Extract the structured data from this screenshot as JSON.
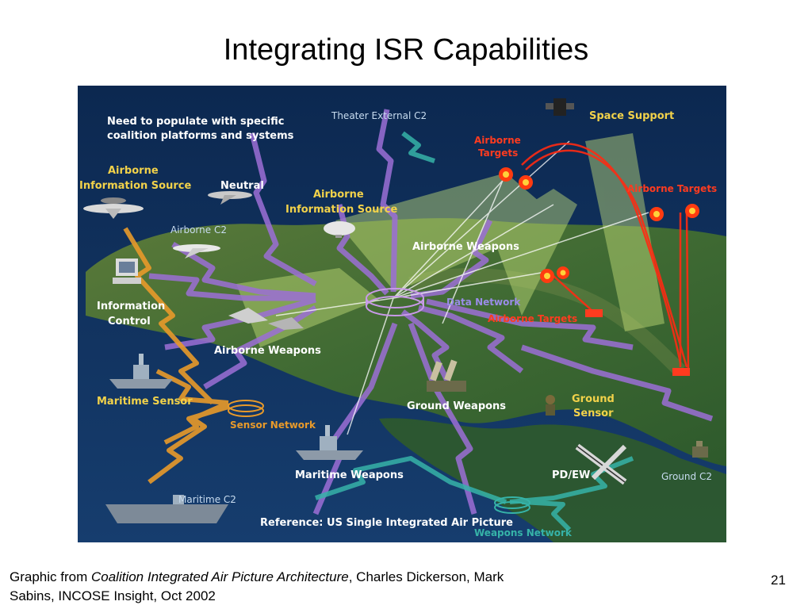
{
  "slide": {
    "title": "Integrating ISR Capabilities",
    "page_number": "21"
  },
  "caption": {
    "prefix": "Graphic from ",
    "source_title": "Coalition Integrated Air Picture Architecture",
    "suffix": ", Charles Dickerson, Mark Sabins, INCOSE Insight, Oct 2002"
  },
  "diagram": {
    "note_line1": "Need to populate with specific",
    "note_line2": "coalition platforms and systems",
    "reference": "Reference: US Single Integrated Air Picture",
    "nodes": {
      "theater_external_c2": "Theater External C2",
      "space_support": "Space Support",
      "airborne_targets_top_l1": "Airborne",
      "airborne_targets_top_l2": "Targets",
      "airborne_targets_right": "Airborne Targets",
      "airborne_info_source_left_l1": "Airborne",
      "airborne_info_source_left_l2": "Information Source",
      "neutral": "Neutral",
      "airborne_info_source_center_l1": "Airborne",
      "airborne_info_source_center_l2": "Information Source",
      "airborne_c2": "Airborne C2",
      "airborne_weapons_top": "Airborne Weapons",
      "information_control_l1": "Information",
      "information_control_l2": "Control",
      "data_network": "Data Network",
      "airborne_targets_center": "Airborne Targets",
      "airborne_weapons_left": "Airborne Weapons",
      "maritime_sensor": "Maritime Sensor",
      "ground_weapons": "Ground Weapons",
      "ground_sensor_l1": "Ground",
      "ground_sensor_l2": "Sensor",
      "sensor_network": "Sensor Network",
      "maritime_weapons": "Maritime Weapons",
      "pd_ew": "PD/EW",
      "ground_c2": "Ground C2",
      "maritime_c2": "Maritime C2",
      "weapons_network": "Weapons Network"
    }
  }
}
